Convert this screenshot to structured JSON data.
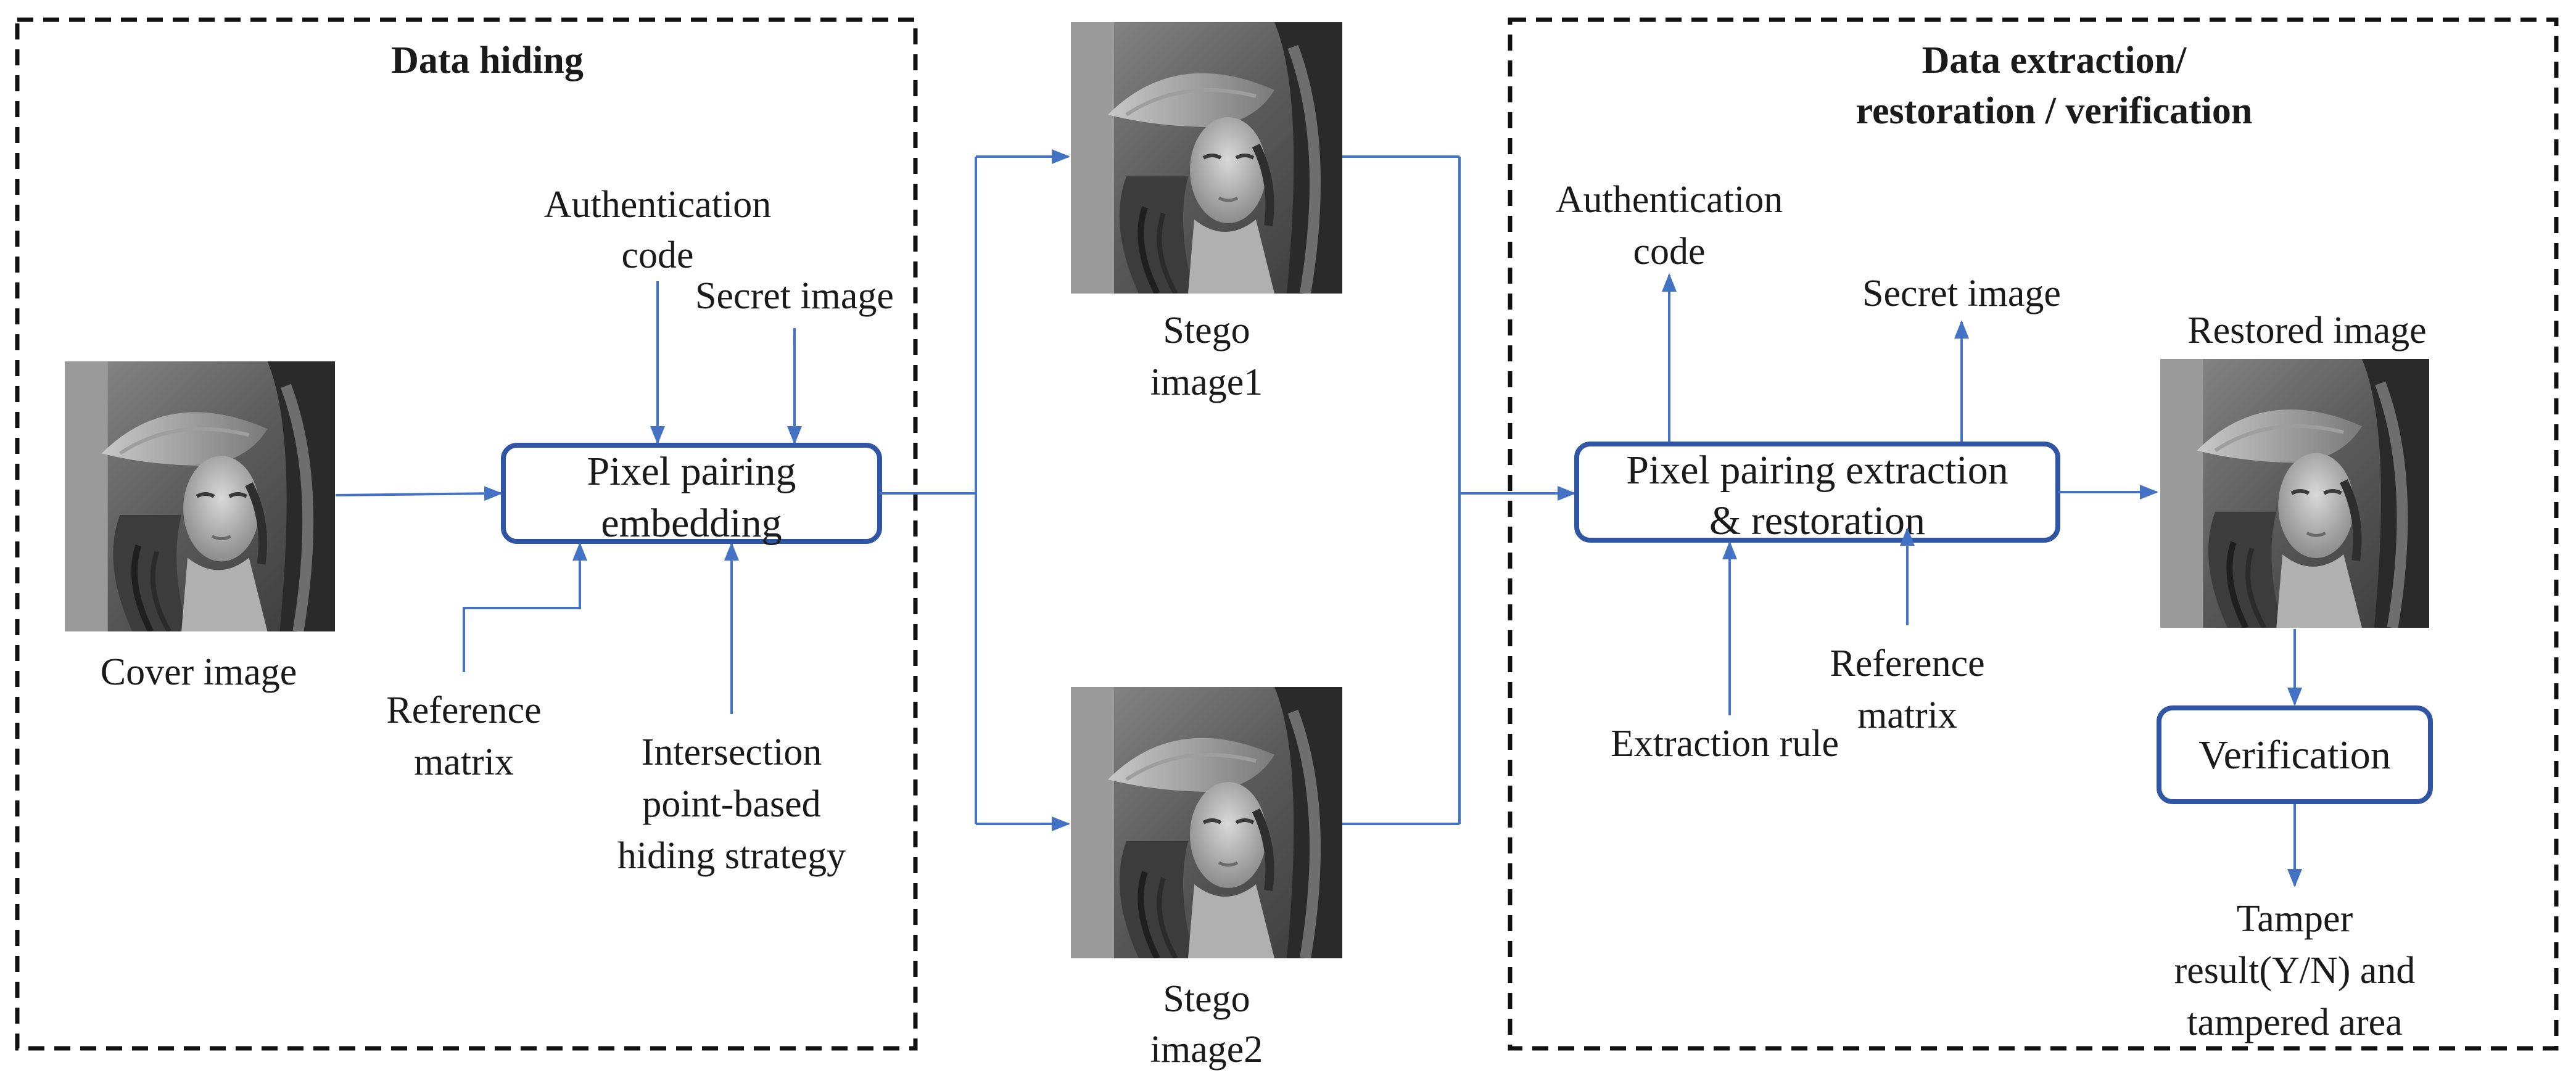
{
  "sections": {
    "hiding_title": "Data hiding",
    "extraction_title_line1": "Data extraction/",
    "extraction_title_line2": "restoration / verification"
  },
  "images": {
    "cover": "Cover image",
    "stego1_line1": "Stego",
    "stego1_line2": "image1",
    "stego2_line1": "Stego",
    "stego2_line2": "image2",
    "restored": "Restored image"
  },
  "hiding": {
    "auth_line1": "Authentication",
    "auth_line2": "code",
    "secret": "Secret image",
    "embed_line1": "Pixel pairing",
    "embed_line2": "embedding",
    "ref_line1": "Reference",
    "ref_line2": "matrix",
    "strategy_line1": "Intersection",
    "strategy_line2": "point-based",
    "strategy_line3": "hiding strategy"
  },
  "extraction": {
    "auth_line1": "Authentication",
    "auth_line2": "code",
    "secret": "Secret image",
    "process_line1": "Pixel pairing extraction",
    "process_line2": "& restoration",
    "rule": "Extraction rule",
    "ref_line1": "Reference",
    "ref_line2": "matrix",
    "verification": "Verification",
    "result_line1": "Tamper",
    "result_line2": "result(Y/N) and",
    "result_line3": "tampered area"
  },
  "colors": {
    "arrow": "#4472C4",
    "box_border": "#2F55A4",
    "frame": "#111111"
  },
  "icons": {
    "photo": "portrait-photo-icon"
  }
}
